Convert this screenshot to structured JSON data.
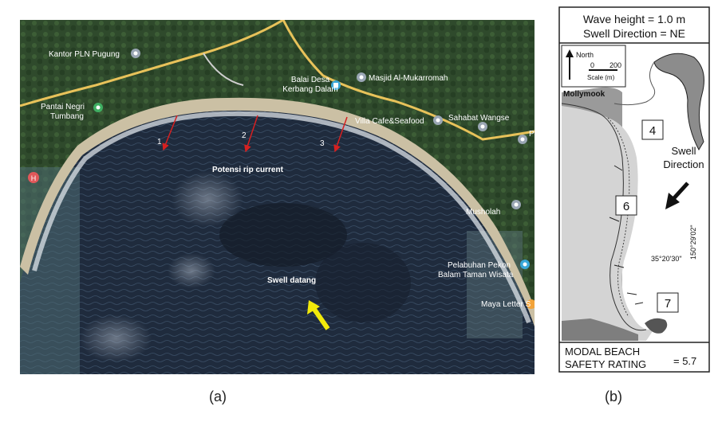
{
  "panel_a": {
    "caption": "(a)",
    "places": {
      "pln": "Kantor PLN Pugung",
      "balai_1": "Balai Desa",
      "balai_2": "Kerbang Dalam",
      "masjid": "Masjid Al-Mukarromah",
      "pantai_1": "Pantai Negri",
      "pantai_2": "Tumbang",
      "villa": "Villa Cafe&Seafood",
      "sahabat": "Sahabat Wangse",
      "p_partial": "P",
      "musholah": "Musholah",
      "pelabuhan_1": "Pelabuhan Pekon",
      "pelabuhan_2": "Balam Taman Wisata",
      "maya": "Maya Letter S"
    },
    "rip_labels": [
      "1",
      "2",
      "3"
    ],
    "potensi": "Potensi rip current",
    "swell": "Swell datang",
    "colors": {
      "rip_arrow": "#d62020",
      "swell_arrow": "#f2ea0a",
      "sea": "#1f2b3d",
      "road": "#e8c25a"
    }
  },
  "panel_b": {
    "caption": "(b)",
    "wave_height": "Wave height = 1.0 m",
    "swell_dir": "Swell Direction = NE",
    "north": "North",
    "scale_0": "0",
    "scale_200": "200",
    "scale_label": "Scale (m)",
    "town": "Mollymook",
    "sections": [
      "4",
      "6",
      "7"
    ],
    "swell_1": "Swell",
    "swell_2": "Direction",
    "lat": "35°20'30\"",
    "lon": "150°29'02\"",
    "rating_1": "MODAL BEACH",
    "rating_2": "SAFETY RATING",
    "rating_val": "= 5.7"
  }
}
